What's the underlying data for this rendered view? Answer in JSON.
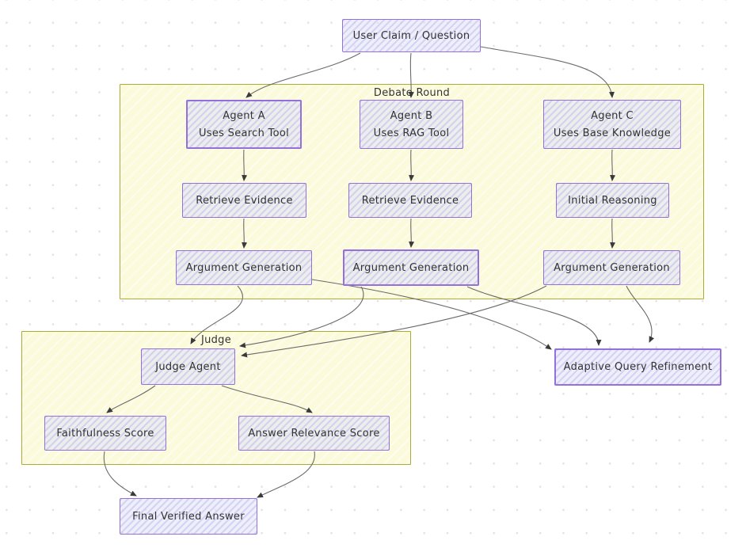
{
  "diagram": {
    "containers": {
      "debate": {
        "label": "Debate Round"
      },
      "judge": {
        "label": "Judge"
      }
    },
    "nodes": {
      "user_claim": {
        "label": "User Claim / Question"
      },
      "agent_a": {
        "label": "Agent A",
        "sublabel": "Uses Search Tool"
      },
      "agent_b": {
        "label": "Agent B",
        "sublabel": "Uses RAG Tool"
      },
      "agent_c": {
        "label": "Agent C",
        "sublabel": "Uses Base Knowledge"
      },
      "retrieve_evidence_a": {
        "label": "Retrieve Evidence"
      },
      "retrieve_evidence_b": {
        "label": "Retrieve Evidence"
      },
      "initial_reasoning": {
        "label": "Initial Reasoning"
      },
      "argument_generation_a": {
        "label": "Argument Generation"
      },
      "argument_generation_b": {
        "label": "Argument Generation"
      },
      "argument_generation_c": {
        "label": "Argument Generation"
      },
      "judge_agent": {
        "label": "Judge Agent"
      },
      "faithfulness_score": {
        "label": "Faithfulness Score"
      },
      "answer_relevance_score": {
        "label": "Answer Relevance Score"
      },
      "adaptive_query_refinement": {
        "label": "Adaptive Query Refinement"
      },
      "final_verified_answer": {
        "label": "Final Verified Answer"
      }
    },
    "edges": [
      {
        "from": "user_claim",
        "to": "agent_a"
      },
      {
        "from": "user_claim",
        "to": "agent_b"
      },
      {
        "from": "user_claim",
        "to": "agent_c"
      },
      {
        "from": "agent_a",
        "to": "retrieve_evidence_a"
      },
      {
        "from": "agent_b",
        "to": "retrieve_evidence_b"
      },
      {
        "from": "agent_c",
        "to": "initial_reasoning"
      },
      {
        "from": "retrieve_evidence_a",
        "to": "argument_generation_a"
      },
      {
        "from": "retrieve_evidence_b",
        "to": "argument_generation_b"
      },
      {
        "from": "initial_reasoning",
        "to": "argument_generation_c"
      },
      {
        "from": "argument_generation_a",
        "to": "judge_agent"
      },
      {
        "from": "argument_generation_b",
        "to": "judge_agent"
      },
      {
        "from": "argument_generation_c",
        "to": "judge_agent"
      },
      {
        "from": "argument_generation_a",
        "to": "adaptive_query_refinement"
      },
      {
        "from": "argument_generation_b",
        "to": "adaptive_query_refinement"
      },
      {
        "from": "argument_generation_c",
        "to": "adaptive_query_refinement"
      },
      {
        "from": "judge_agent",
        "to": "faithfulness_score"
      },
      {
        "from": "judge_agent",
        "to": "answer_relevance_score"
      },
      {
        "from": "faithfulness_score",
        "to": "final_verified_answer"
      },
      {
        "from": "answer_relevance_score",
        "to": "final_verified_answer"
      }
    ],
    "colors": {
      "node_fill": "#e6e6fa",
      "node_border": "#9370db",
      "container_fill": "#fbfbdc",
      "container_border": "#abab35",
      "edge": "#6b6b6b",
      "arrowhead": "#3a3a3a",
      "text": "#333333"
    }
  }
}
